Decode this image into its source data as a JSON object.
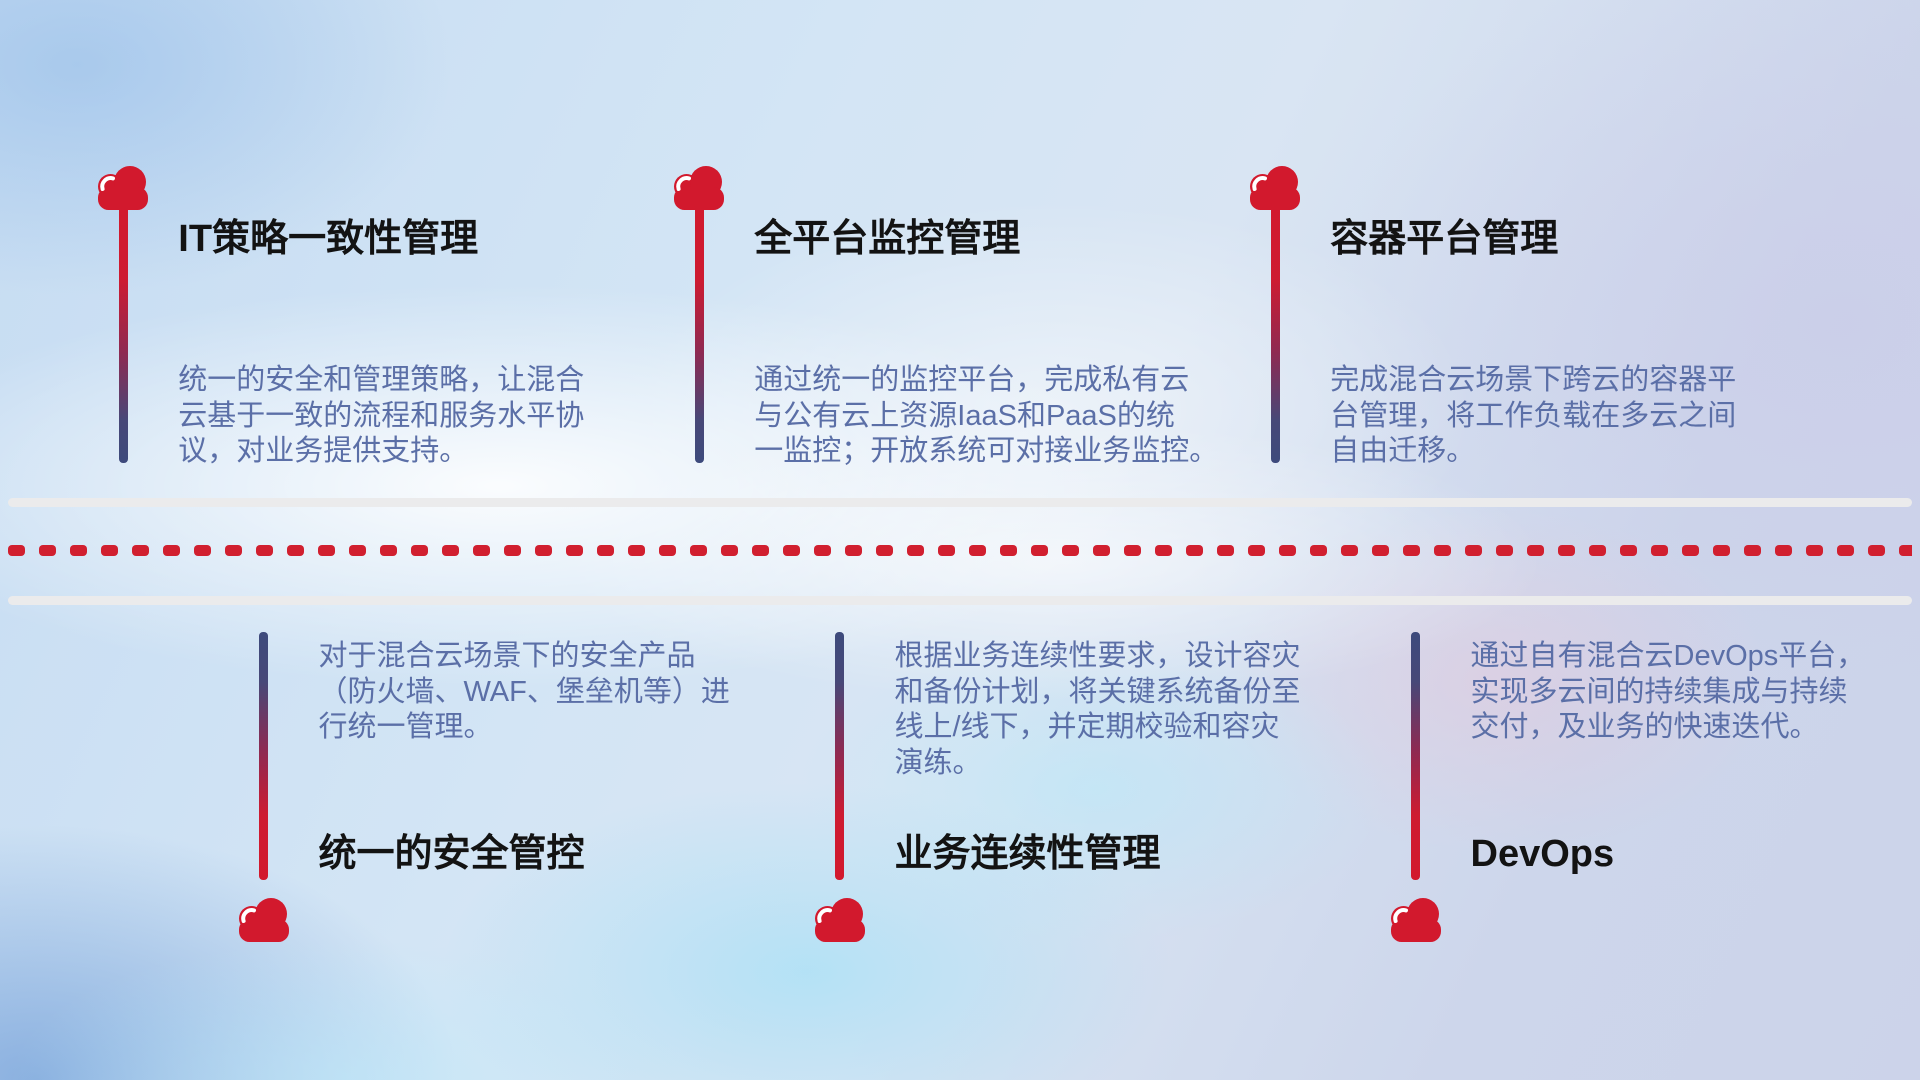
{
  "colors": {
    "accent_red": "#d2192d",
    "accent_navy": "#3d4a7c",
    "title_color": "#131313",
    "description_color": "#5b6fa7",
    "road_white": "#ebebec",
    "dash_red": "#d11f2f"
  },
  "top_items": [
    {
      "icon": "cloud-icon",
      "title": "IT策略一致性管理",
      "description": "统一的安全和管理策略，让混合\n云基于一致的流程和服务水平协\n议，对业务提供支持。"
    },
    {
      "icon": "cloud-icon",
      "title": "全平台监控管理",
      "description": "通过统一的监控平台，完成私有云\n与公有云上资源IaaS和PaaS的统\n一监控；开放系统可对接业务监控。"
    },
    {
      "icon": "cloud-icon",
      "title": "容器平台管理",
      "description": "完成混合云场景下跨云的容器平\n台管理，将工作负载在多云之间\n自由迁移。"
    }
  ],
  "bottom_items": [
    {
      "icon": "cloud-icon",
      "title": "统一的安全管控",
      "description": "对于混合云场景下的安全产品\n（防火墙、WAF、堡垒机等）进\n行统一管理。"
    },
    {
      "icon": "cloud-icon",
      "title": "业务连续性管理",
      "description": "根据业务连续性要求，设计容灾\n和备份计划，将关键系统备份至\n线上/线下，并定期校验和容灾\n演练。"
    },
    {
      "icon": "cloud-icon",
      "title": "DevOps",
      "description": "通过自有混合云DevOps平台，\n实现多云间的持续集成与持续\n交付，及业务的快速迭代。"
    }
  ]
}
